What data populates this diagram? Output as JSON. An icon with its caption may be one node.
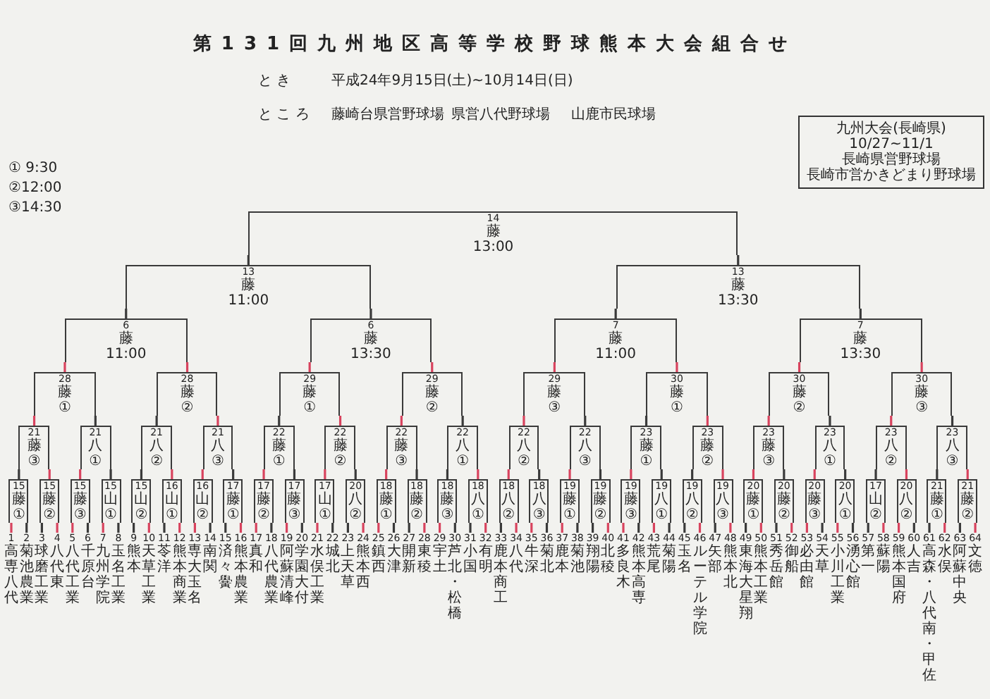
{
  "diagram": {
    "title": "第131回九州地区高等学校野球熊本大会組合せ",
    "nodes": [
      {
        "text": [
          "九州大会(長崎県)",
          "10/27~11/1",
          "長崎県営野球場",
          "長崎市営かきどまり野球場"
        ]
      },
      {
        "text": [
          "14",
          "藤",
          "13:00"
        ]
      },
      {
        "text": [
          "13",
          "藤",
          "11:00"
        ]
      },
      {
        "text": [
          "13",
          "藤",
          "13:30"
        ]
      },
      {
        "text": [
          "6",
          "藤",
          "11:00"
        ]
      },
      {
        "text": [
          "6",
          "藤",
          "13:30"
        ]
      },
      {
        "text": [
          "7",
          "藤",
          "11:00"
        ]
      },
      {
        "text": [
          "7",
          "藤",
          "13:30"
        ]
      },
      {
        "text": [
          "28",
          "藤",
          "①"
        ]
      },
      {
        "text": [
          "28",
          "藤",
          "②"
        ]
      },
      {
        "text": [
          "29",
          "藤",
          "①"
        ]
      },
      {
        "text": [
          "29",
          "藤",
          "②"
        ]
      },
      {
        "text": [
          "29",
          "藤",
          "③"
        ]
      },
      {
        "text": [
          "30",
          "藤",
          "①"
        ]
      },
      {
        "text": [
          "30",
          "藤",
          "②"
        ]
      },
      {
        "text": [
          "30",
          "藤",
          "③"
        ]
      },
      {
        "text": [
          "21",
          "藤",
          "③"
        ]
      },
      {
        "text": [
          "21",
          "八",
          "①"
        ]
      },
      {
        "text": [
          "21",
          "八",
          "②"
        ]
      },
      {
        "text": [
          "21",
          "八",
          "③"
        ]
      },
      {
        "text": [
          "22",
          "藤",
          "①"
        ]
      },
      {
        "text": [
          "22",
          "藤",
          "②"
        ]
      },
      {
        "text": [
          "22",
          "藤",
          "③"
        ]
      },
      {
        "text": [
          "22",
          "八",
          "①"
        ]
      },
      {
        "text": [
          "22",
          "八",
          "②"
        ]
      },
      {
        "text": [
          "22",
          "八",
          "③"
        ]
      },
      {
        "text": [
          "23",
          "藤",
          "①"
        ]
      },
      {
        "text": [
          "23",
          "藤",
          "②"
        ]
      },
      {
        "text": [
          "23",
          "藤",
          "③"
        ]
      },
      {
        "text": [
          "23",
          "八",
          "①"
        ]
      },
      {
        "text": [
          "23",
          "八",
          "②"
        ]
      },
      {
        "text": [
          "23",
          "八",
          "③"
        ]
      },
      {
        "text": [
          "15",
          "藤",
          "①"
        ]
      },
      {
        "text": [
          "15",
          "藤",
          "②"
        ]
      },
      {
        "text": [
          "15",
          "藤",
          "③"
        ]
      },
      {
        "text": [
          "15",
          "山",
          "①"
        ]
      },
      {
        "text": [
          "15",
          "山",
          "②"
        ]
      },
      {
        "text": [
          "16",
          "山",
          "①"
        ]
      },
      {
        "text": [
          "16",
          "山",
          "②"
        ]
      },
      {
        "text": [
          "17",
          "藤",
          "①"
        ]
      },
      {
        "text": [
          "17",
          "藤",
          "②"
        ]
      },
      {
        "text": [
          "17",
          "藤",
          "③"
        ]
      },
      {
        "text": [
          "17",
          "山",
          "①"
        ]
      },
      {
        "text": [
          "20",
          "八",
          "②"
        ]
      },
      {
        "text": [
          "18",
          "藤",
          "①"
        ]
      },
      {
        "text": [
          "18",
          "藤",
          "②"
        ]
      },
      {
        "text": [
          "18",
          "藤",
          "③"
        ]
      },
      {
        "text": [
          "18",
          "八",
          "①"
        ]
      },
      {
        "text": [
          "18",
          "八",
          "②"
        ]
      },
      {
        "text": [
          "18",
          "八",
          "③"
        ]
      },
      {
        "text": [
          "19",
          "藤",
          "①"
        ]
      },
      {
        "text": [
          "19",
          "藤",
          "②"
        ]
      },
      {
        "text": [
          "19",
          "藤",
          "③"
        ]
      },
      {
        "text": [
          "19",
          "八",
          "①"
        ]
      },
      {
        "text": [
          "19",
          "八",
          "②"
        ]
      },
      {
        "text": [
          "19",
          "八",
          "③"
        ]
      },
      {
        "text": [
          "20",
          "藤",
          "①"
        ]
      },
      {
        "text": [
          "20",
          "藤",
          "②"
        ]
      },
      {
        "text": [
          "20",
          "藤",
          "③"
        ]
      },
      {
        "text": [
          "20",
          "八",
          "①"
        ]
      },
      {
        "text": [
          "17",
          "山",
          "②"
        ]
      },
      {
        "text": [
          "20",
          "八",
          "②"
        ]
      },
      {
        "text": [
          "21",
          "藤",
          "①"
        ]
      },
      {
        "text": [
          "21",
          "藤",
          "②"
        ]
      },
      {
        "text": [
          "1",
          "高専八代"
        ]
      },
      {
        "text": [
          "2",
          "菊池農業"
        ]
      },
      {
        "text": [
          "3",
          "球磨工業"
        ]
      },
      {
        "text": [
          "4",
          "八代東"
        ]
      },
      {
        "text": [
          "5",
          "八代工業"
        ]
      },
      {
        "text": [
          "6",
          "千原台"
        ]
      },
      {
        "text": [
          "7",
          "九州学院"
        ]
      },
      {
        "text": [
          "8",
          "玉名工業"
        ]
      },
      {
        "text": [
          "9",
          "熊本"
        ]
      },
      {
        "text": [
          "10",
          "天草工業"
        ]
      },
      {
        "text": [
          "11",
          "苓洋"
        ]
      },
      {
        "text": [
          "12",
          "熊本商業"
        ]
      },
      {
        "text": [
          "13",
          "専大玉名"
        ]
      },
      {
        "text": [
          "14",
          "南関"
        ]
      },
      {
        "text": [
          "15",
          "済々黌"
        ]
      },
      {
        "text": [
          "16",
          "熊本農業"
        ]
      },
      {
        "text": [
          "17",
          "真和"
        ]
      },
      {
        "text": [
          "18",
          "八代農業"
        ]
      },
      {
        "text": [
          "19",
          "阿蘇清峰"
        ]
      },
      {
        "text": [
          "20",
          "学園大付"
        ]
      },
      {
        "text": [
          "21",
          "水俣工業"
        ]
      },
      {
        "text": [
          "22",
          "城北"
        ]
      },
      {
        "text": [
          "23",
          "上天草"
        ]
      },
      {
        "text": [
          "24",
          "熊本西"
        ]
      },
      {
        "text": [
          "25",
          "鎮西"
        ]
      },
      {
        "text": [
          "26",
          "大津"
        ]
      },
      {
        "text": [
          "27",
          "開新"
        ]
      },
      {
        "text": [
          "28",
          "東稜"
        ]
      },
      {
        "text": [
          "29",
          "宇土"
        ]
      },
      {
        "text": [
          "30",
          "芦北・松橋"
        ]
      },
      {
        "text": [
          "31",
          "小国"
        ]
      },
      {
        "text": [
          "32",
          "有明"
        ]
      },
      {
        "text": [
          "33",
          "鹿本商工"
        ]
      },
      {
        "text": [
          "34",
          "八代"
        ]
      },
      {
        "text": [
          "35",
          "牛深"
        ]
      },
      {
        "text": [
          "36",
          "菊北"
        ]
      },
      {
        "text": [
          "37",
          "鹿本"
        ]
      },
      {
        "text": [
          "38",
          "菊池"
        ]
      },
      {
        "text": [
          "39",
          "翔陽"
        ]
      },
      {
        "text": [
          "40",
          "北稜"
        ]
      },
      {
        "text": [
          "41",
          "多良木"
        ]
      },
      {
        "text": [
          "42",
          "熊本高専"
        ]
      },
      {
        "text": [
          "43",
          "荒尾"
        ]
      },
      {
        "text": [
          "44",
          "菊陽"
        ]
      },
      {
        "text": [
          "45",
          "玉名"
        ]
      },
      {
        "text": [
          "46",
          "ルーテル学院"
        ]
      },
      {
        "text": [
          "47",
          "矢部"
        ]
      },
      {
        "text": [
          "48",
          "熊本北"
        ]
      },
      {
        "text": [
          "49",
          "東海大星翔"
        ]
      },
      {
        "text": [
          "50",
          "熊本工業"
        ]
      },
      {
        "text": [
          "51",
          "秀岳館"
        ]
      },
      {
        "text": [
          "52",
          "御船"
        ]
      },
      {
        "text": [
          "53",
          "必由館"
        ]
      },
      {
        "text": [
          "54",
          "天草"
        ]
      },
      {
        "text": [
          "55",
          "小川工業"
        ]
      },
      {
        "text": [
          "56",
          "湧心館"
        ]
      },
      {
        "text": [
          "57",
          "第一"
        ]
      },
      {
        "text": [
          "58",
          "蘇陽"
        ]
      },
      {
        "text": [
          "59",
          "熊本国府"
        ]
      },
      {
        "text": [
          "60",
          "人吉"
        ]
      },
      {
        "text": [
          "61",
          "高森・八代南・甲佐"
        ]
      },
      {
        "text": [
          "62",
          "水俣"
        ]
      },
      {
        "text": [
          "63",
          "阿蘇中央"
        ]
      },
      {
        "text": [
          "64",
          "文徳"
        ]
      }
    ],
    "edges": [
      {
        "from": 2,
        "to": 1,
        "arrow": "none",
        "color": "#3a3a3a"
      },
      {
        "from": 3,
        "to": 1,
        "arrow": "none",
        "color": "#3a3a3a"
      },
      {
        "from": 4,
        "to": 2,
        "arrow": "none",
        "color": "#3a3a3a"
      },
      {
        "from": 5,
        "to": 2,
        "arrow": "none",
        "color": "#3a3a3a"
      },
      {
        "from": 6,
        "to": 3,
        "arrow": "none",
        "color": "#3a3a3a"
      },
      {
        "from": 7,
        "to": 3,
        "arrow": "none",
        "color": "#3a3a3a"
      },
      {
        "from": 8,
        "to": 4,
        "arrow": "none",
        "color": "#d8435e"
      },
      {
        "from": 9,
        "to": 4,
        "arrow": "none",
        "color": "#d8435e"
      },
      {
        "from": 10,
        "to": 5,
        "arrow": "none",
        "color": "#d8435e"
      },
      {
        "from": 11,
        "to": 5,
        "arrow": "none",
        "color": "#d8435e"
      },
      {
        "from": 12,
        "to": 6,
        "arrow": "none",
        "color": "#d8435e"
      },
      {
        "from": 13,
        "to": 6,
        "arrow": "none",
        "color": "#d8435e"
      },
      {
        "from": 14,
        "to": 7,
        "arrow": "none",
        "color": "#d8435e"
      },
      {
        "from": 15,
        "to": 7,
        "arrow": "none",
        "color": "#d8435e"
      },
      {
        "from": 16,
        "to": 8,
        "arrow": "none",
        "color": "#d8435e"
      },
      {
        "from": 17,
        "to": 8,
        "arrow": "none",
        "color": "#3a3a3a"
      },
      {
        "from": 18,
        "to": 9,
        "arrow": "none",
        "color": "#3a3a3a"
      },
      {
        "from": 19,
        "to": 9,
        "arrow": "none",
        "color": "#d8435e"
      },
      {
        "from": 20,
        "to": 10,
        "arrow": "none",
        "color": "#3a3a3a"
      },
      {
        "from": 21,
        "to": 10,
        "arrow": "none",
        "color": "#d8435e"
      },
      {
        "from": 22,
        "to": 11,
        "arrow": "none",
        "color": "#d8435e"
      },
      {
        "from": 23,
        "to": 11,
        "arrow": "none",
        "color": "#3a3a3a"
      },
      {
        "from": 24,
        "to": 12,
        "arrow": "none",
        "color": "#d8435e"
      },
      {
        "from": 25,
        "to": 12,
        "arrow": "none",
        "color": "#3a3a3a"
      },
      {
        "from": 26,
        "to": 13,
        "arrow": "none",
        "color": "#3a3a3a"
      },
      {
        "from": 27,
        "to": 13,
        "arrow": "none",
        "color": "#d8435e"
      },
      {
        "from": 28,
        "to": 14,
        "arrow": "none",
        "color": "#d8435e"
      },
      {
        "from": 29,
        "to": 14,
        "arrow": "none",
        "color": "#3a3a3a"
      },
      {
        "from": 30,
        "to": 15,
        "arrow": "none",
        "color": "#d8435e"
      },
      {
        "from": 31,
        "to": 15,
        "arrow": "none",
        "color": "#3a3a3a"
      },
      {
        "from": 32,
        "to": 16,
        "arrow": "none",
        "color": "#3a3a3a"
      },
      {
        "from": 33,
        "to": 16,
        "arrow": "none",
        "color": "#d8435e"
      },
      {
        "from": 34,
        "to": 17,
        "arrow": "none",
        "color": "#d8435e"
      },
      {
        "from": 35,
        "to": 17,
        "arrow": "none",
        "color": "#3a3a3a"
      },
      {
        "from": 36,
        "to": 18,
        "arrow": "none",
        "color": "#3a3a3a"
      },
      {
        "from": 37,
        "to": 18,
        "arrow": "none",
        "color": "#d8435e"
      },
      {
        "from": 38,
        "to": 19,
        "arrow": "none",
        "color": "#d8435e"
      },
      {
        "from": 39,
        "to": 19,
        "arrow": "none",
        "color": "#3a3a3a"
      },
      {
        "from": 40,
        "to": 20,
        "arrow": "none",
        "color": "#d8435e"
      },
      {
        "from": 41,
        "to": 20,
        "arrow": "none",
        "color": "#3a3a3a"
      },
      {
        "from": 42,
        "to": 21,
        "arrow": "none",
        "color": "#d8435e"
      },
      {
        "from": 43,
        "to": 21,
        "arrow": "none",
        "color": "#3a3a3a"
      },
      {
        "from": 44,
        "to": 22,
        "arrow": "none",
        "color": "#d8435e"
      },
      {
        "from": 45,
        "to": 22,
        "arrow": "none",
        "color": "#3a3a3a"
      },
      {
        "from": 46,
        "to": 23,
        "arrow": "none",
        "color": "#3a3a3a"
      },
      {
        "from": 47,
        "to": 23,
        "arrow": "none",
        "color": "#d8435e"
      },
      {
        "from": 48,
        "to": 24,
        "arrow": "none",
        "color": "#d8435e"
      },
      {
        "from": 49,
        "to": 24,
        "arrow": "none",
        "color": "#3a3a3a"
      },
      {
        "from": 50,
        "to": 25,
        "arrow": "none",
        "color": "#d8435e"
      },
      {
        "from": 51,
        "to": 25,
        "arrow": "none",
        "color": "#3a3a3a"
      },
      {
        "from": 52,
        "to": 26,
        "arrow": "none",
        "color": "#d8435e"
      },
      {
        "from": 53,
        "to": 26,
        "arrow": "none",
        "color": "#3a3a3a"
      },
      {
        "from": 54,
        "to": 27,
        "arrow": "none",
        "color": "#3a3a3a"
      },
      {
        "from": 55,
        "to": 27,
        "arrow": "none",
        "color": "#d8435e"
      },
      {
        "from": 56,
        "to": 28,
        "arrow": "none",
        "color": "#d8435e"
      },
      {
        "from": 57,
        "to": 28,
        "arrow": "none",
        "color": "#3a3a3a"
      },
      {
        "from": 58,
        "to": 29,
        "arrow": "none",
        "color": "#d8435e"
      },
      {
        "from": 59,
        "to": 29,
        "arrow": "none",
        "color": "#3a3a3a"
      },
      {
        "from": 60,
        "to": 30,
        "arrow": "none",
        "color": "#3a3a3a"
      },
      {
        "from": 61,
        "to": 30,
        "arrow": "none",
        "color": "#d8435e"
      },
      {
        "from": 62,
        "to": 31,
        "arrow": "none",
        "color": "#3a3a3a"
      },
      {
        "from": 63,
        "to": 31,
        "arrow": "none",
        "color": "#d8435e"
      },
      {
        "from": 64,
        "to": 32,
        "arrow": "none",
        "color": "#d8435e"
      },
      {
        "from": 65,
        "to": 32,
        "arrow": "none",
        "color": "#3a3a3a"
      },
      {
        "from": 66,
        "to": 33,
        "arrow": "none",
        "color": "#3a3a3a"
      },
      {
        "from": 67,
        "to": 33,
        "arrow": "none",
        "color": "#d8435e"
      },
      {
        "from": 68,
        "to": 34,
        "arrow": "none",
        "color": "#d8435e"
      },
      {
        "from": 69,
        "to": 34,
        "arrow": "none",
        "color": "#3a3a3a"
      },
      {
        "from": 70,
        "to": 35,
        "arrow": "none",
        "color": "#d8435e"
      },
      {
        "from": 71,
        "to": 35,
        "arrow": "none",
        "color": "#3a3a3a"
      },
      {
        "from": 72,
        "to": 36,
        "arrow": "none",
        "color": "#3a3a3a"
      },
      {
        "from": 73,
        "to": 36,
        "arrow": "none",
        "color": "#d8435e"
      },
      {
        "from": 74,
        "to": 37,
        "arrow": "none",
        "color": "#3a3a3a"
      },
      {
        "from": 75,
        "to": 37,
        "arrow": "none",
        "color": "#d8435e"
      },
      {
        "from": 76,
        "to": 38,
        "arrow": "none",
        "color": "#d8435e"
      },
      {
        "from": 77,
        "to": 38,
        "arrow": "none",
        "color": "#3a3a3a"
      },
      {
        "from": 78,
        "to": 39,
        "arrow": "none",
        "color": "#3a3a3a"
      },
      {
        "from": 79,
        "to": 39,
        "arrow": "none",
        "color": "#d8435e"
      },
      {
        "from": 80,
        "to": 40,
        "arrow": "none",
        "color": "#d8435e"
      },
      {
        "from": 81,
        "to": 40,
        "arrow": "none",
        "color": "#3a3a3a"
      },
      {
        "from": 82,
        "to": 41,
        "arrow": "none",
        "color": "#d8435e"
      },
      {
        "from": 83,
        "to": 41,
        "arrow": "none",
        "color": "#3a3a3a"
      },
      {
        "from": 84,
        "to": 42,
        "arrow": "none",
        "color": "#d8435e"
      },
      {
        "from": 85,
        "to": 42,
        "arrow": "none",
        "color": "#3a3a3a"
      },
      {
        "from": 86,
        "to": 43,
        "arrow": "none",
        "color": "#3a3a3a"
      },
      {
        "from": 87,
        "to": 43,
        "arrow": "none",
        "color": "#d8435e"
      },
      {
        "from": 88,
        "to": 44,
        "arrow": "none",
        "color": "#d8435e"
      },
      {
        "from": 89,
        "to": 44,
        "arrow": "none",
        "color": "#3a3a3a"
      },
      {
        "from": 90,
        "to": 45,
        "arrow": "none",
        "color": "#3a3a3a"
      },
      {
        "from": 91,
        "to": 45,
        "arrow": "none",
        "color": "#d8435e"
      },
      {
        "from": 92,
        "to": 46,
        "arrow": "none",
        "color": "#d8435e"
      },
      {
        "from": 93,
        "to": 46,
        "arrow": "none",
        "color": "#3a3a3a"
      },
      {
        "from": 94,
        "to": 47,
        "arrow": "none",
        "color": "#3a3a3a"
      },
      {
        "from": 95,
        "to": 47,
        "arrow": "none",
        "color": "#d8435e"
      },
      {
        "from": 96,
        "to": 48,
        "arrow": "none",
        "color": "#3a3a3a"
      },
      {
        "from": 97,
        "to": 48,
        "arrow": "none",
        "color": "#d8435e"
      },
      {
        "from": 98,
        "to": 49,
        "arrow": "none",
        "color": "#d8435e"
      },
      {
        "from": 99,
        "to": 49,
        "arrow": "none",
        "color": "#3a3a3a"
      },
      {
        "from": 100,
        "to": 50,
        "arrow": "none",
        "color": "#d8435e"
      },
      {
        "from": 101,
        "to": 50,
        "arrow": "none",
        "color": "#3a3a3a"
      },
      {
        "from": 102,
        "to": 51,
        "arrow": "none",
        "color": "#3a3a3a"
      },
      {
        "from": 103,
        "to": 51,
        "arrow": "none",
        "color": "#d8435e"
      },
      {
        "from": 104,
        "to": 52,
        "arrow": "none",
        "color": "#d8435e"
      },
      {
        "from": 105,
        "to": 52,
        "arrow": "none",
        "color": "#3a3a3a"
      },
      {
        "from": 106,
        "to": 53,
        "arrow": "none",
        "color": "#d8435e"
      },
      {
        "from": 107,
        "to": 53,
        "arrow": "none",
        "color": "#3a3a3a"
      },
      {
        "from": 108,
        "to": 54,
        "arrow": "none",
        "color": "#3a3a3a"
      },
      {
        "from": 109,
        "to": 54,
        "arrow": "none",
        "color": "#d8435e"
      },
      {
        "from": 110,
        "to": 55,
        "arrow": "none",
        "color": "#3a3a3a"
      },
      {
        "from": 111,
        "to": 55,
        "arrow": "none",
        "color": "#d8435e"
      },
      {
        "from": 112,
        "to": 56,
        "arrow": "none",
        "color": "#3a3a3a"
      },
      {
        "from": 113,
        "to": 56,
        "arrow": "none",
        "color": "#d8435e"
      },
      {
        "from": 114,
        "to": 57,
        "arrow": "none",
        "color": "#3a3a3a"
      },
      {
        "from": 115,
        "to": 57,
        "arrow": "none",
        "color": "#d8435e"
      },
      {
        "from": 116,
        "to": 58,
        "arrow": "none",
        "color": "#d8435e"
      },
      {
        "from": 117,
        "to": 58,
        "arrow": "none",
        "color": "#3a3a3a"
      },
      {
        "from": 118,
        "to": 59,
        "arrow": "none",
        "color": "#d8435e"
      },
      {
        "from": 119,
        "to": 59,
        "arrow": "none",
        "color": "#3a3a3a"
      },
      {
        "from": 120,
        "to": 60,
        "arrow": "none",
        "color": "#3a3a3a"
      },
      {
        "from": 121,
        "to": 60,
        "arrow": "none",
        "color": "#d8435e"
      },
      {
        "from": 122,
        "to": 61,
        "arrow": "none",
        "color": "#d8435e"
      },
      {
        "from": 123,
        "to": 61,
        "arrow": "none",
        "color": "#3a3a3a"
      },
      {
        "from": 124,
        "to": 62,
        "arrow": "none",
        "color": "#3a3a3a"
      },
      {
        "from": 125,
        "to": 62,
        "arrow": "none",
        "color": "#d8435e"
      },
      {
        "from": 126,
        "to": 63,
        "arrow": "none",
        "color": "#3a3a3a"
      },
      {
        "from": 127,
        "to": 63,
        "arrow": "none",
        "color": "#d8435e"
      }
    ],
    "labels": [
      "と き",
      "平成24年9月15日(土)~10月14日(日)",
      "と こ ろ",
      "藤崎台県営野球場",
      "県営八代野球場",
      "山鹿市民球場",
      "① 9:30",
      "②12:00",
      "③14:30"
    ]
  }
}
